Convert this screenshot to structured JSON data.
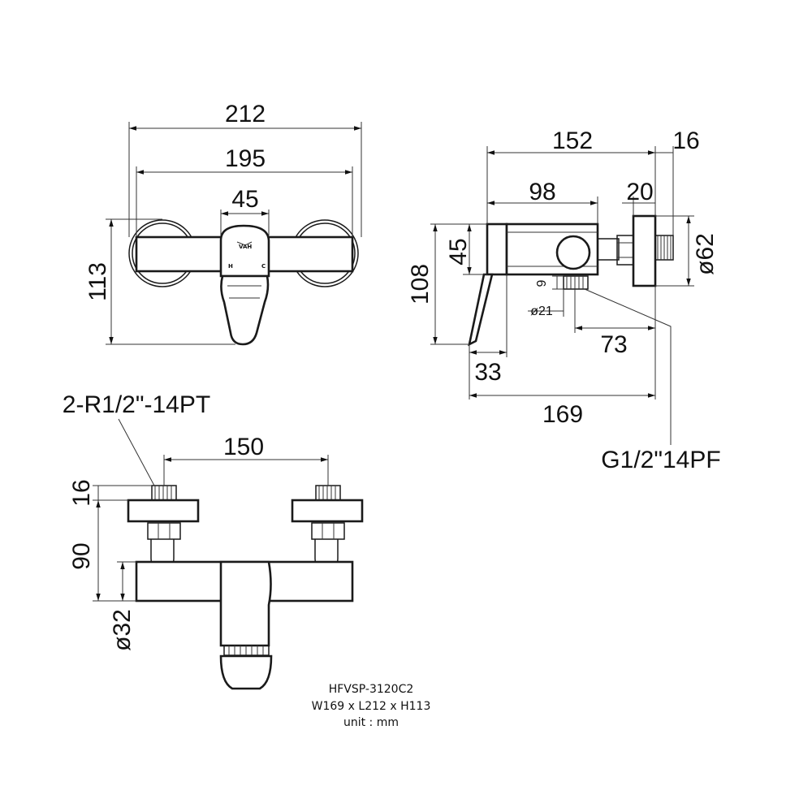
{
  "front_view": {
    "dim_overall_width": "212",
    "dim_eccentric_width": "195",
    "dim_handle_width": "45",
    "dim_height": "113",
    "logo_text": "VAH",
    "hot_marker": "H",
    "cold_marker": "C"
  },
  "side_view": {
    "dim_total_depth": "152",
    "dim_body_depth": "98",
    "dim_nut": "20",
    "dim_thread": "16",
    "dim_flange_dia": "ø62",
    "dim_body_height": "45",
    "dim_overall_height": "108",
    "dim_outlet_thread_len": "9",
    "dim_outlet_dia": "ø21",
    "dim_outlet_offset": "73",
    "dim_lever_offset": "33",
    "dim_overall_depth": "169",
    "outlet_thread_spec": "G1/2\"14PF"
  },
  "plan_view": {
    "inlet_thread_spec": "2-R1/2\"-14PT",
    "dim_inlet_spacing": "150",
    "dim_thread_len": "16",
    "dim_projection": "90",
    "dim_body_dia": "ø32"
  },
  "info": {
    "model": "HFVSP-3120C2",
    "size": "W169 x L212 x H113",
    "unit": "unit : mm"
  }
}
